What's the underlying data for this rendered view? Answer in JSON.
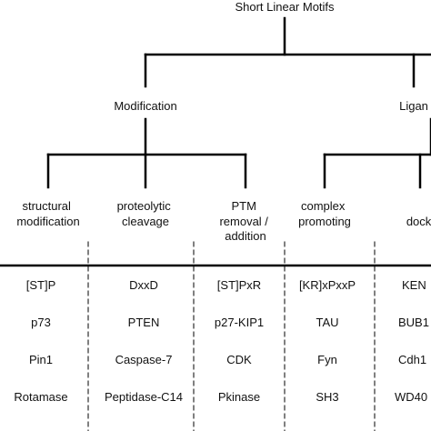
{
  "root": "Short Linear Motifs",
  "level1": [
    "Modification",
    "Ligan"
  ],
  "categories": [
    {
      "lines": [
        "structural",
        "modification"
      ]
    },
    {
      "lines": [
        "proteolytic",
        "cleavage"
      ]
    },
    {
      "lines": [
        "PTM",
        "removal /",
        "addition"
      ]
    },
    {
      "lines": [
        "complex",
        "promoting"
      ]
    },
    {
      "lines": [
        "docki"
      ]
    }
  ],
  "table": {
    "columns": [
      [
        "[ST]P",
        "p73",
        "Pin1",
        "Rotamase"
      ],
      [
        "DxxD",
        "PTEN",
        "Caspase-7",
        "Peptidase-C14"
      ],
      [
        "[ST]PxR",
        "p27-KIP1",
        "CDK",
        "Pkinase"
      ],
      [
        "[KR]xPxxP",
        "TAU",
        "Fyn",
        "SH3"
      ],
      [
        "KEN",
        "BUB1",
        "Cdh1",
        "WD40"
      ]
    ]
  },
  "colors": {
    "line": "#000000",
    "text": "#111111",
    "background": "#ffffff"
  }
}
